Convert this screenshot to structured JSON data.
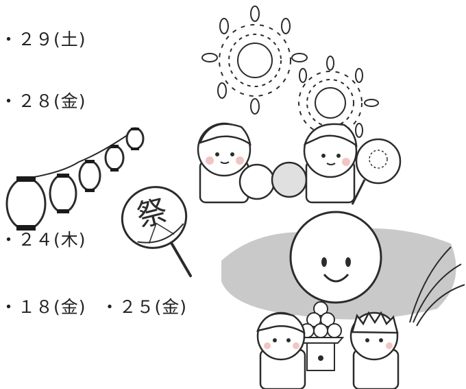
{
  "dates": [
    {
      "text": "・２９(土)"
    },
    {
      "text": "・２８(金)"
    },
    {
      "text": "・２４(木)"
    },
    {
      "text": "・１８(金)",
      "text2": "・２５(金)"
    }
  ],
  "fan_character": "祭",
  "colors": {
    "line": "#2b2b2b",
    "cloud": "#c9c9c9",
    "moon": "#ffffff",
    "lantern_band": "#1a1a1a",
    "cheek": "#f3c4c4"
  }
}
